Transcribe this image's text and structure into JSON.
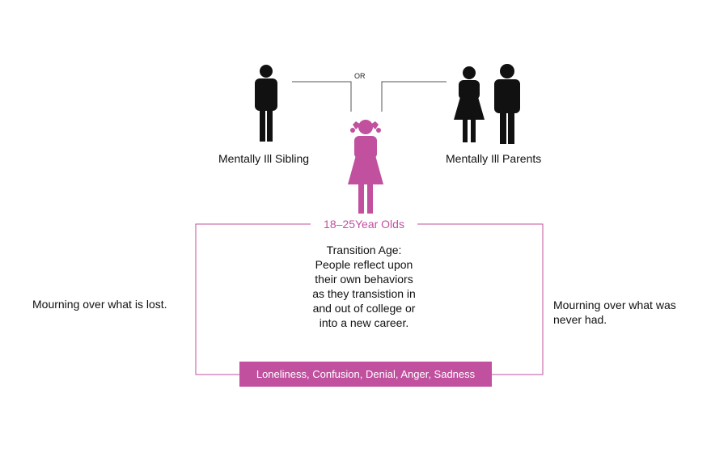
{
  "diagram": {
    "or_label": "OR",
    "sibling_label": "Mentally Ill Sibling",
    "parents_label": "Mentally Ill Parents",
    "age_label": "18–25Year Olds",
    "transition_lines": [
      "Transition Age:",
      "People reflect upon",
      "their own behaviors",
      "as they transistion in",
      "and out of college or",
      "into a new career."
    ],
    "left_note": "Mourning over what is lost.",
    "right_note_lines": [
      "Mourning over what was",
      "never had."
    ],
    "emotions": "Loneliness, Confusion, Denial, Anger, Sadness",
    "colors": {
      "accent": "#c1509f",
      "figure": "#111111",
      "line": "#555555"
    },
    "icons": {
      "sibling": "person-icon",
      "parents": [
        "woman-icon",
        "man-icon"
      ],
      "child": "girl-icon"
    }
  }
}
